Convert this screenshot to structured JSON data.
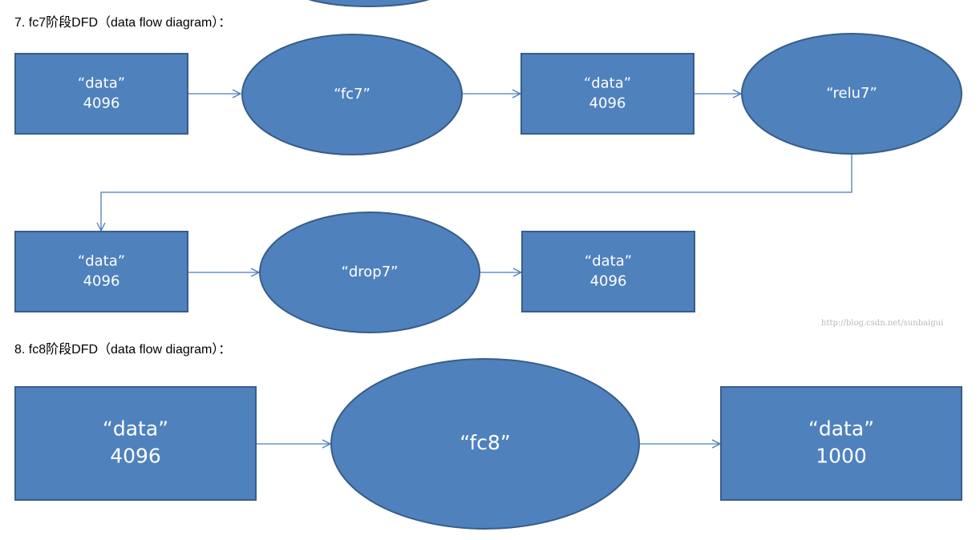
{
  "sections": [
    {
      "heading": "7. fc7阶段DFD（data flow diagram）：",
      "nodes": [
        {
          "id": "s7-data-in",
          "shape": "rect",
          "lines": [
            "“data”",
            "4096"
          ]
        },
        {
          "id": "s7-fc7",
          "shape": "ellipse",
          "lines": [
            "“fc7”"
          ]
        },
        {
          "id": "s7-data-mid",
          "shape": "rect",
          "lines": [
            "“data”",
            "4096"
          ]
        },
        {
          "id": "s7-relu7",
          "shape": "ellipse",
          "lines": [
            "“relu7”"
          ]
        },
        {
          "id": "s7-data-relu-out",
          "shape": "rect",
          "lines": [
            "“data”",
            "4096"
          ]
        },
        {
          "id": "s7-drop7",
          "shape": "ellipse",
          "lines": [
            "“drop7”"
          ]
        },
        {
          "id": "s7-data-out",
          "shape": "rect",
          "lines": [
            "“data”",
            "4096"
          ]
        }
      ],
      "edges": [
        [
          "s7-data-in",
          "s7-fc7"
        ],
        [
          "s7-fc7",
          "s7-data-mid"
        ],
        [
          "s7-data-mid",
          "s7-relu7"
        ],
        [
          "s7-relu7",
          "s7-data-relu-out"
        ],
        [
          "s7-data-relu-out",
          "s7-drop7"
        ],
        [
          "s7-drop7",
          "s7-data-out"
        ]
      ]
    },
    {
      "heading": "8. fc8阶段DFD（data flow diagram）：",
      "nodes": [
        {
          "id": "s8-data-in",
          "shape": "rect",
          "lines": [
            "“data”",
            "4096"
          ]
        },
        {
          "id": "s8-fc8",
          "shape": "ellipse",
          "lines": [
            "“fc8”"
          ]
        },
        {
          "id": "s8-data-out",
          "shape": "rect",
          "lines": [
            "“data”",
            "1000"
          ]
        }
      ],
      "edges": [
        [
          "s8-data-in",
          "s8-fc8"
        ],
        [
          "s8-fc8",
          "s8-data-out"
        ]
      ]
    }
  ],
  "watermark": "http://blog.csdn.net/sunbaigui",
  "colors": {
    "node_fill": "#4f81bd",
    "node_stroke": "#385d8a",
    "edge": "#4a7ebb",
    "node_text": "#ffffff"
  }
}
